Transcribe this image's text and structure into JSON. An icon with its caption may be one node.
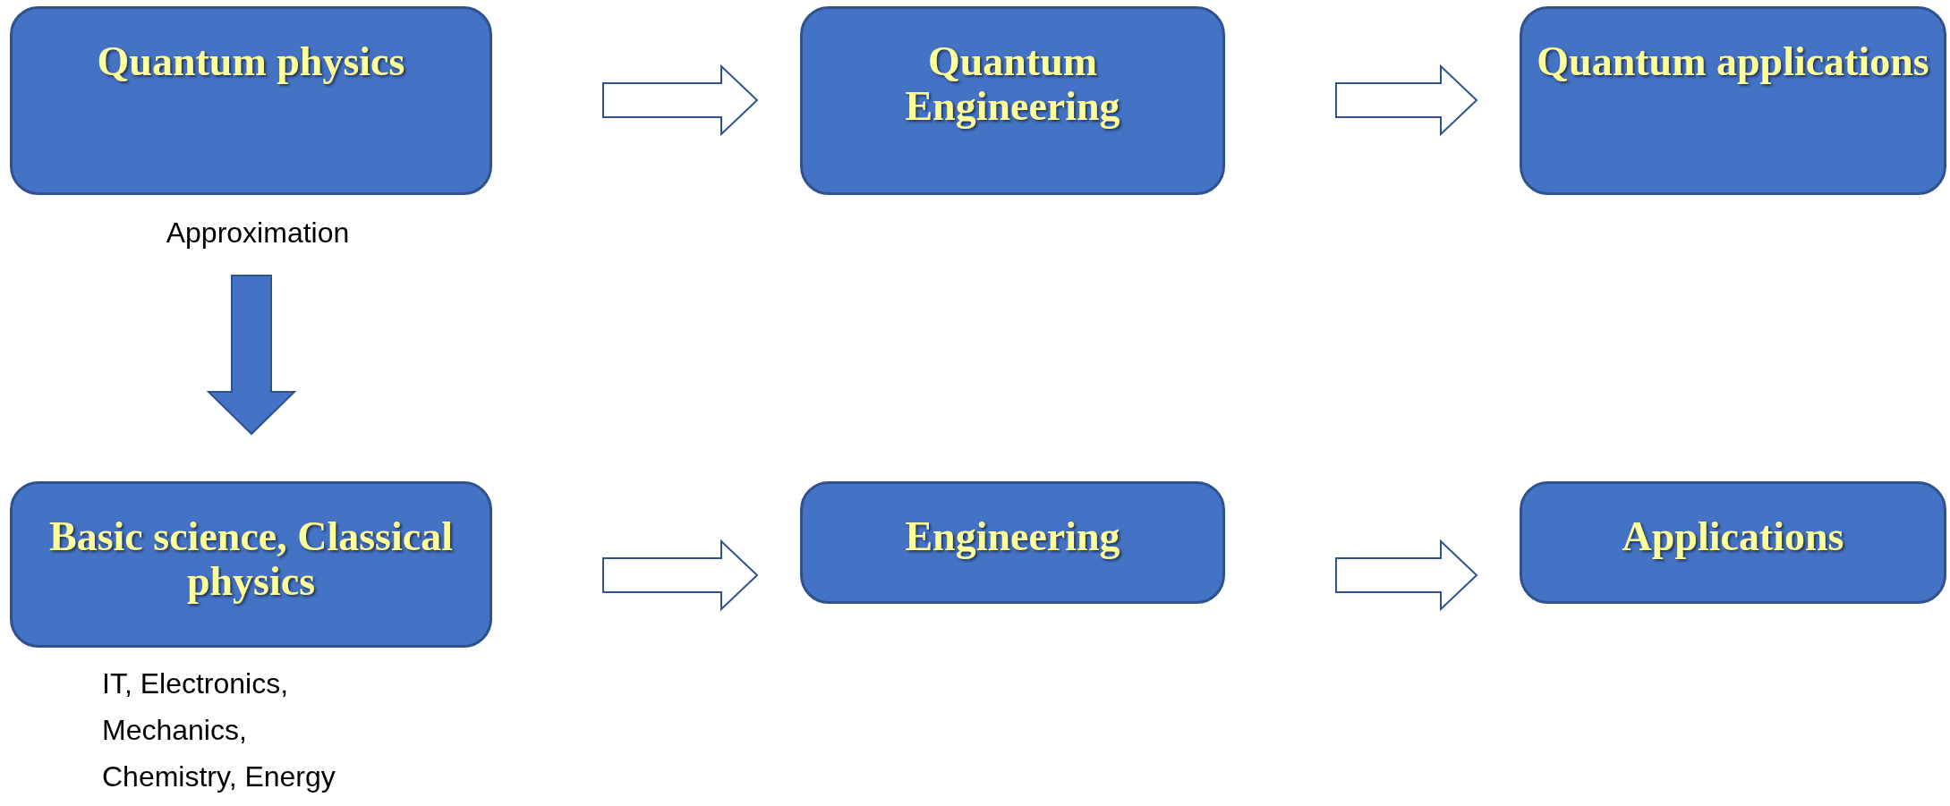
{
  "diagram": {
    "nodes": [
      {
        "text": [
          "Quantum physics"
        ]
      },
      {
        "text": [
          "Quantum Engineering"
        ]
      },
      {
        "text": [
          "Quantum applications"
        ]
      },
      {
        "text": [
          "Basic science, Classical physics"
        ],
        "beside": [
          "IT, Electronics, Mechanics, Chemistry, Energy"
        ]
      },
      {
        "text": [
          "Engineering"
        ]
      },
      {
        "text": [
          "Applications"
        ]
      }
    ],
    "edges": [
      {
        "from": 0,
        "to": 1,
        "arrow": "to"
      },
      {
        "from": 1,
        "to": 2,
        "arrow": "to"
      },
      {
        "from": 0,
        "to": 3,
        "arrow": "to",
        "label": "Approximation",
        "style": "thick"
      },
      {
        "from": 3,
        "to": 4,
        "arrow": "to"
      },
      {
        "from": 4,
        "to": 5,
        "arrow": "to"
      }
    ]
  }
}
